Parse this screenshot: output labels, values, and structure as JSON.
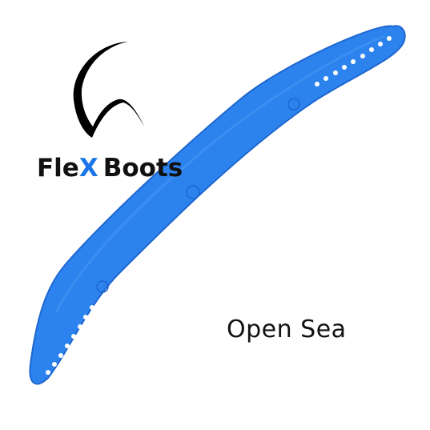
{
  "brand": {
    "logo_text_prefix": "Fle",
    "logo_text_x": "X",
    "logo_text_suffix": "Boots",
    "accent_color": "#1a76e8",
    "text_color": "#111111"
  },
  "product": {
    "caption": "Open Sea",
    "strap_color": "#2d83ee",
    "strap_dark": "#1e66cf"
  }
}
